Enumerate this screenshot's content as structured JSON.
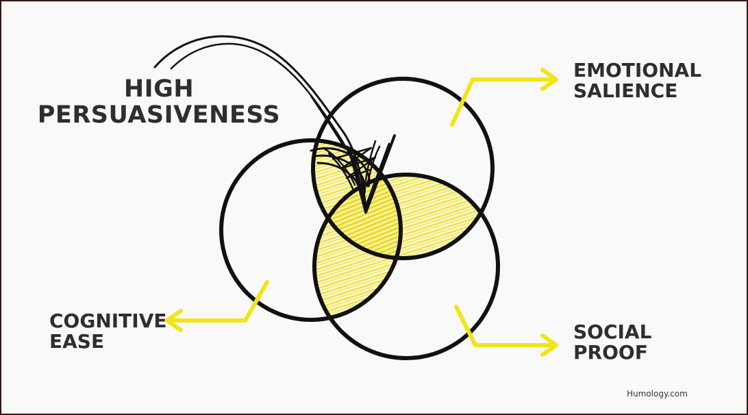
{
  "title": {
    "line1": "HIGH",
    "line2": "PERSUASIVENESS"
  },
  "labels": {
    "emotional": {
      "line1": "EMOTIONAL",
      "line2": "SALIENCE"
    },
    "cognitive": {
      "line1": "COGNITIVE",
      "line2": "EASE"
    },
    "social": {
      "line1": "SOCIAL",
      "line2": "PROOF"
    }
  },
  "watermark": "Humology.com",
  "colors": {
    "background": "#f8f9f8",
    "frame": "#3a1414",
    "outline": "#111111",
    "highlight": "#f2e418",
    "text": "#2e2e2e"
  }
}
